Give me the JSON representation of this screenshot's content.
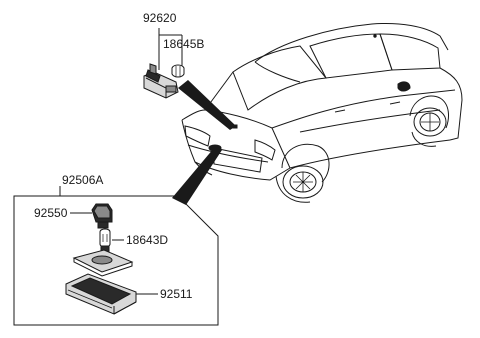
{
  "labels": {
    "top_assembly": "92620",
    "top_bulb": "18645B",
    "lower_assembly": "92506A",
    "socket": "92550",
    "bulb": "18643D",
    "housing": "92511"
  },
  "colors": {
    "line": "#1a1a1a",
    "fill_dark": "#2a2a2a",
    "fill_mid": "#8a8a8a",
    "fill_light": "#d8d8d8"
  }
}
